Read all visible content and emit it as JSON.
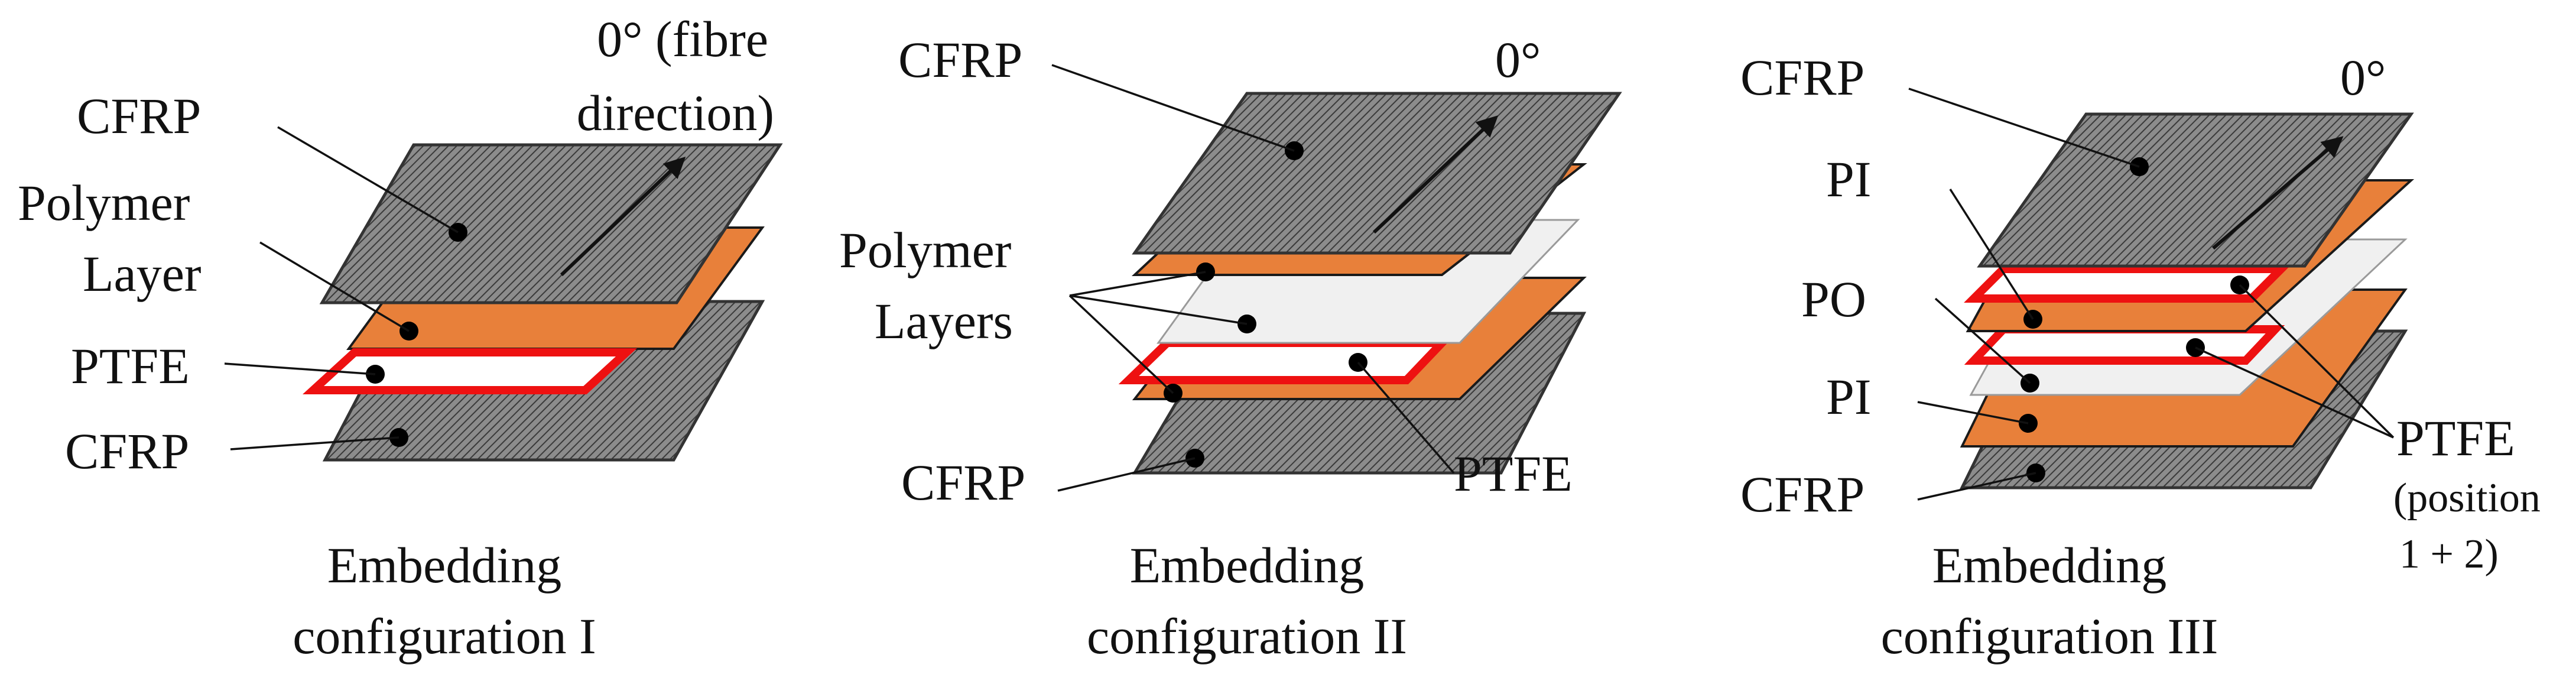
{
  "colors": {
    "cfrp": "#8c8c8c",
    "hatch": "#3a3a3a",
    "polymer_orange": "#e8803a",
    "po_white": "#f0f0f0",
    "ptfe_red": "#ee1111",
    "ptfe_fill": "#ffffff",
    "dot": "#000000"
  },
  "panels": [
    {
      "labels": {
        "fibre_direction_line1": "0° (fibre",
        "fibre_direction_line2": "direction)",
        "cfrp_top": "CFRP",
        "polymer_line1": "Polymer",
        "polymer_line2": "Layer",
        "ptfe": "PTFE",
        "cfrp_bottom": "CFRP"
      },
      "caption": [
        "Embedding",
        "configuration I"
      ]
    },
    {
      "labels": {
        "cfrp_top": "CFRP",
        "zero_deg": "0°",
        "polymer_line1": "Polymer",
        "polymer_line2": "Layers",
        "cfrp_bottom": "CFRP",
        "ptfe": "PTFE"
      },
      "caption": [
        "Embedding",
        "configuration II"
      ]
    },
    {
      "labels": {
        "cfrp_top": "CFRP",
        "zero_deg": "0°",
        "pi_top": "PI",
        "po": "PO",
        "pi_bottom": "PI",
        "cfrp_bottom": "CFRP",
        "ptfe": "PTFE",
        "ptfe_note_line1": "(position",
        "ptfe_note_line2": "1 + 2)"
      },
      "caption": [
        "Embedding",
        "configuration III"
      ]
    }
  ]
}
